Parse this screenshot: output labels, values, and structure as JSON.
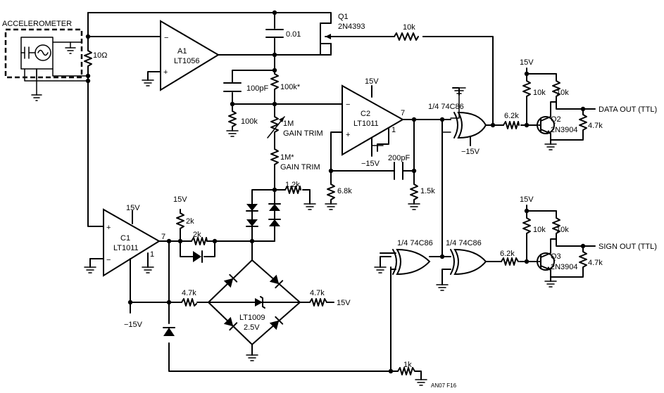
{
  "labels": {
    "accelerometer": "ACCELEROMETER",
    "r_10ohm": "10Ω",
    "q1_name": "Q1",
    "q1_part": "2N4393",
    "c_001": "0.01",
    "r_10k_fb": "10k",
    "a1_name": "A1",
    "a1_part": "LT1056",
    "c_100pf": "100pF",
    "r_100k_star": "100k*",
    "r_100k": "100k",
    "pot_1m_a": "1M",
    "pot_1m_b": "GAIN TRIM",
    "r_1m_star_a": "1M*",
    "r_1m_star_b": "GAIN TRIM",
    "c2_name": "C2",
    "c2_part": "LT1011",
    "c2_pin7": "7",
    "c2_pin1": "1",
    "c2_vplus": "15V",
    "c2_vminus": "−15V",
    "c_200pf": "200pF",
    "r_6_8k": "6.8k",
    "r_1_5k": "1.5k",
    "xor1": "1/4 74C86",
    "xor1_vminus": "−15V",
    "r_6_2k_a": "6.2k",
    "top_15v": "15V",
    "r_10k_a": "10k",
    "r_10k_b": "10k",
    "q2_name": "Q2",
    "q2_part": "2N3904",
    "r_4_7k_a": "4.7k",
    "data_out": "DATA OUT (TTL)",
    "r_1_2k": "1.2k",
    "v15_c1": "15V",
    "r_2k_a": "2k",
    "r_2k_b": "2k",
    "c1_vplus": "15V",
    "c1_name": "C1",
    "c1_part": "LT1011",
    "c1_pin7": "7",
    "c1_pin1": "1",
    "c1_vminus": "−15V",
    "r_4_7k_l": "4.7k",
    "r_4_7k_r": "4.7k",
    "v15_bridge": "15V",
    "ref_name": "LT1009",
    "ref_volt": "2.5V",
    "xor2": "1/4 74C86",
    "xor3": "1/4 74C86",
    "r_6_2k_b": "6.2k",
    "bot_15v": "15V",
    "r_10k_c": "10k",
    "r_10k_d": "10k",
    "q3_name": "Q3",
    "q3_part": "2N3904",
    "r_4_7k_b": "4.7k",
    "sign_out": "SIGN OUT (TTL)",
    "r_1k": "1k",
    "fig_ref": "AN07 F16",
    "plus": "+",
    "minus": "−"
  }
}
